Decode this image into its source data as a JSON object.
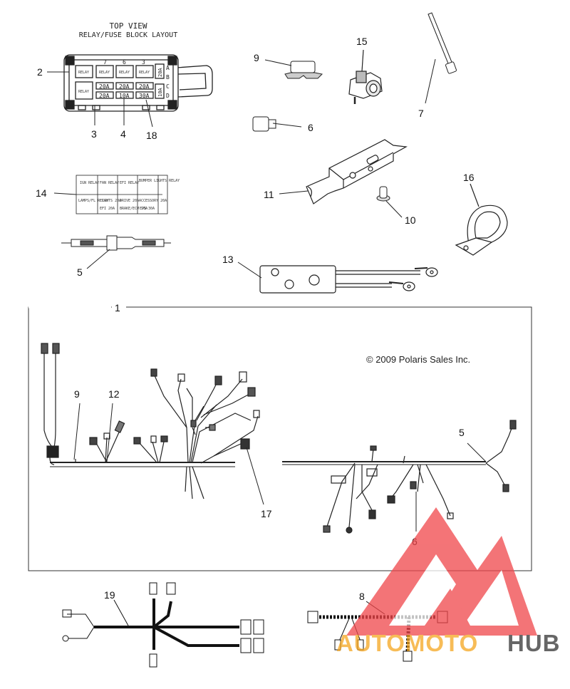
{
  "fuse_block": {
    "title": "TOP VIEW",
    "subtitle": "RELAY/FUSE BLOCK LAYOUT",
    "column_letters": [
      "A",
      "B",
      "C",
      "D"
    ],
    "top_numbers": [
      "7",
      "6",
      "3"
    ],
    "relay_label": "RELAY",
    "fuse_ratings": [
      "20A",
      "20A",
      "20A",
      "20A",
      "10A",
      "30A",
      "10A"
    ]
  },
  "fuse_chart": {
    "row1": [
      "IGN RELAY",
      "FAN RELAY",
      "EFI RELAY",
      "BUMPER LIGHTS RELAY"
    ],
    "row2": [
      "LAMPS/FL RELAY",
      "LIGHTS 20A",
      "DRIVE 20A",
      "ACCESSORY 20A"
    ],
    "row3": [
      "",
      "EFI 20A",
      "BRAKE/ECM 10A",
      "EPS 30A"
    ]
  },
  "copyright": "© 2009 Polaris Sales Inc.",
  "callouts": {
    "c1": "1",
    "c2": "2",
    "c3": "3",
    "c4": "4",
    "c18": "18",
    "c9a": "9",
    "c15": "15",
    "c7": "7",
    "c6a": "6",
    "c11": "11",
    "c10": "10",
    "c16": "16",
    "c14": "14",
    "c5a": "5",
    "c13": "13",
    "c9b": "9",
    "c12": "12",
    "c17": "17",
    "c5b": "5",
    "c6b": "6",
    "c19": "19",
    "c8": "8"
  },
  "watermark": {
    "left": "AUTOMOTO",
    "right": "HUB",
    "color_left": "#f5a61f",
    "color_right": "#333333",
    "triangle_color": "#f0464a"
  }
}
